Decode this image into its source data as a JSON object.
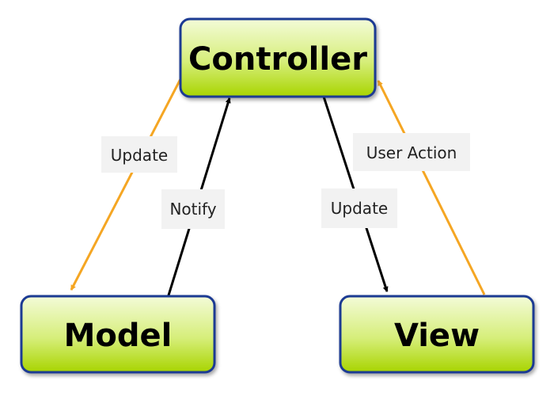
{
  "nodes": {
    "controller": {
      "label": "Controller"
    },
    "model": {
      "label": "Model"
    },
    "view": {
      "label": "View"
    }
  },
  "edges": {
    "controller_to_model": {
      "label": "Update",
      "color": "#f5a623"
    },
    "model_to_controller": {
      "label": "Notify",
      "color": "#000000"
    },
    "controller_to_view": {
      "label": "Update",
      "color": "#000000"
    },
    "view_to_controller": {
      "label": "User Action",
      "color": "#f5a623"
    }
  },
  "colors": {
    "node_fill_top": "#f3fbd8",
    "node_fill_bottom": "#a8d400",
    "node_border": "#1f3a93",
    "orange_arrow": "#f5a623",
    "black_arrow": "#000000",
    "label_background": "#f2f2f2"
  }
}
